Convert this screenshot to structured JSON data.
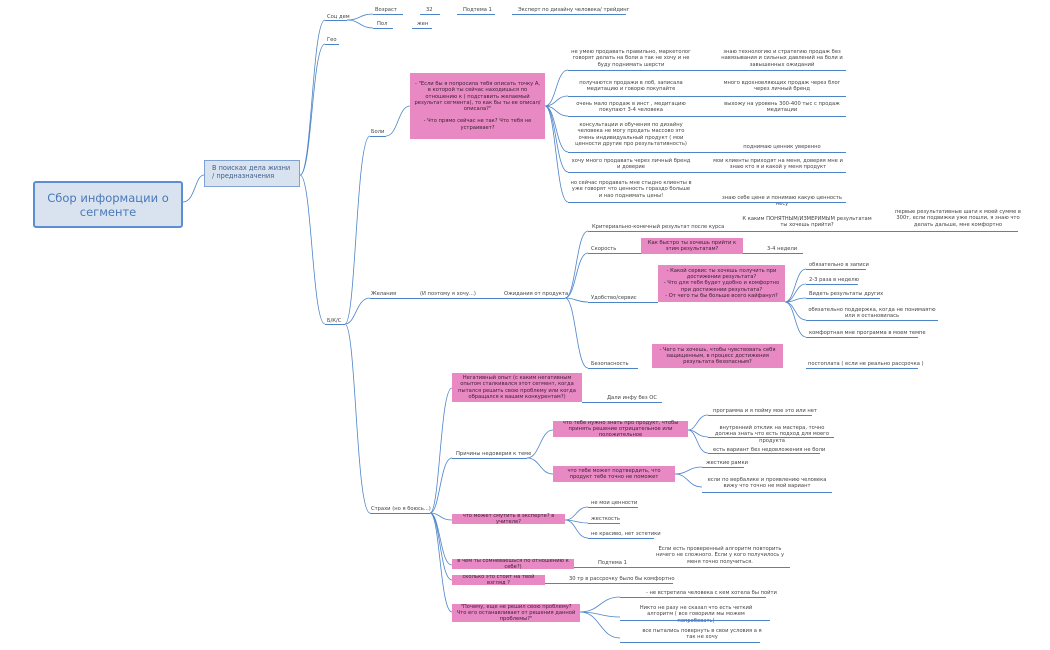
{
  "root": {
    "text": "Сбор информации о сегменте"
  },
  "level1": {
    "text": "В поисках дела жизни / предназначения"
  },
  "branches": {
    "socdem": "Соц дем",
    "geo": "Гео",
    "boli": "Боли",
    "bks": "Б/К/С",
    "zhelaniya": "Желания",
    "strahi": "Страхи (но я боюсь...)"
  },
  "socdem": {
    "age_label": "Возраст",
    "age_value": "32",
    "age_sub": "Подтема 1",
    "age_note": "Эксперт по дизайну человека/ трейдинг",
    "sex_label": "Пол",
    "sex_value": "жен"
  },
  "boli": {
    "question": "- \"Если бы я попросила тебя описать точку А, в которой ты сейчас находишься по отношению к ( подставить желаемый результат сегмента), то как бы ты ее описал/описала?\"\n\n- Что прямо сейчас не так? Что тебя не устраивает?",
    "rows": [
      {
        "a": "не умею продавать правильно, маркетолог говорят делать на боли а так не хочу и не буду поднимать шерсти",
        "b": "знаю технологию и стратегию продаж без навязывания и сильных давлений на боли и завышенных ожиданий"
      },
      {
        "a": "получаются продажи в лоб, записала медитацию и говорю покупайте",
        "b": "много вдохновляющих продаж через блог через личный бренд"
      },
      {
        "a": "очень мало продаж в инст , медитацию покупают 3-4 человека",
        "b": "выхожу на уровень 300-400 тыс с продаж медитации"
      },
      {
        "a": "консультации и обучения по дизайну человека не могу продать массово это очень индивидуальный продукт ( мои ценности другие про результативность)",
        "b": "поднимаю ценник уверенно"
      },
      {
        "a": "хочу много продавать через личный бренд и доверие",
        "b": "мои клиенты приходят на меня, доверяя мне и знаю кто я и какой у меня продукт"
      },
      {
        "a": "но сейчас продавать мне стыдно клиенты в уже говорят что ценность гораздо больше и нао поднимать цены!",
        "b": "знаю себе цене и понимаю какую ценность несу"
      }
    ]
  },
  "zhelaniya": {
    "note1": "(И поэтому я хочу...)",
    "note2": "Ожидания от продукта",
    "kriterialny": "Критериально-конечный результат после курса",
    "kriterialny_q": "К каким ПОНЯТНЫМ/ИЗМЕРИМЫМ результатам ты хочешь прийти?",
    "kriterialny_a": "первые результативные шаги к моей сумме в 300т, если подвижки уже пошли, я знаю что делать дальше, мне комфортно",
    "skorost": "Скорость",
    "skorost_q": "Как быстро ты хочешь прийти к этим результатам?",
    "skorost_a": "3-4 недели",
    "udobstvo": "Удобство/сервис",
    "udobstvo_q": "- Какой сервис ты хочешь получить при достижении результата?\n- Что для тебя будет удобно и комфортно при достижении результата?\n- От чего ты бы больше всего кайфанул?",
    "udobstvo_a": [
      "обязательно в записи",
      "2-3 раза в неделю",
      "Видеть результаты других",
      "обязательно поддержка, когда не понимаятю или я остановилась",
      "комфортная мне программа в моем темпе"
    ],
    "bezopasnost": "Безопасность",
    "bezopasnost_q": "- Чего ты хочешь, чтобы чувствовать себя защищенным, в процесс достижения результата безопасным?",
    "bezopasnost_a": "постоплата ( если не реально рассрочка )"
  },
  "strahi": {
    "negative": "Негативный опыт (с каким негативным опытом сталкивался этот сегмент, когда пытался решить свою проблему или когда обращался к вашим конкурентам?)",
    "negative_a": "Дали инфу без ОС",
    "nedoverie": "Причины недоверия к теме",
    "q1": "что тебе нужно знать про продукт, чтобы принять решение отрицательное или положительное",
    "q1_a": [
      "программа и я пойму мое это или нет",
      "внутренний отклик на мастера, точно должна знать что есть подход для моего продукта",
      "есть вариант без недовложения не боли"
    ],
    "q2": "что тебе может подтвердить, что продукт тебе точно не поможет",
    "q2_a": [
      "жесткие рамки",
      "если по вербалике и проявлению человека вижу что точно не мой вариант"
    ],
    "expert_q": "что может смутить в эксперте? в учителе?",
    "expert_a": [
      "не мои ценности",
      "жесткость",
      "не красиво, нет эстетики"
    ],
    "self_q": "в чем ты сомневаешься по отношению к себе?)",
    "self_sub": "Подтема 1",
    "self_a": "Если есть проверенный алгоритм повторить ничего не сложного. Если у кого получилось у меня точно получиться.",
    "price_q": "сколько это стоит на твой взгляд ?",
    "price_a": "30 тр в рассрочку было бы комфортно",
    "why_q": "\"Почему, еще не решил свою проблему? Что его останавливает от решения данной проблемы?\"",
    "why_a": [
      "- не встретила человека с кем хотела бы пойти",
      "Никто не разу не сказал что есть четкий алгоритм ( все говорили мы можем попробовать)",
      "все пытались повернуть в свои условия а я так не хочу"
    ]
  }
}
